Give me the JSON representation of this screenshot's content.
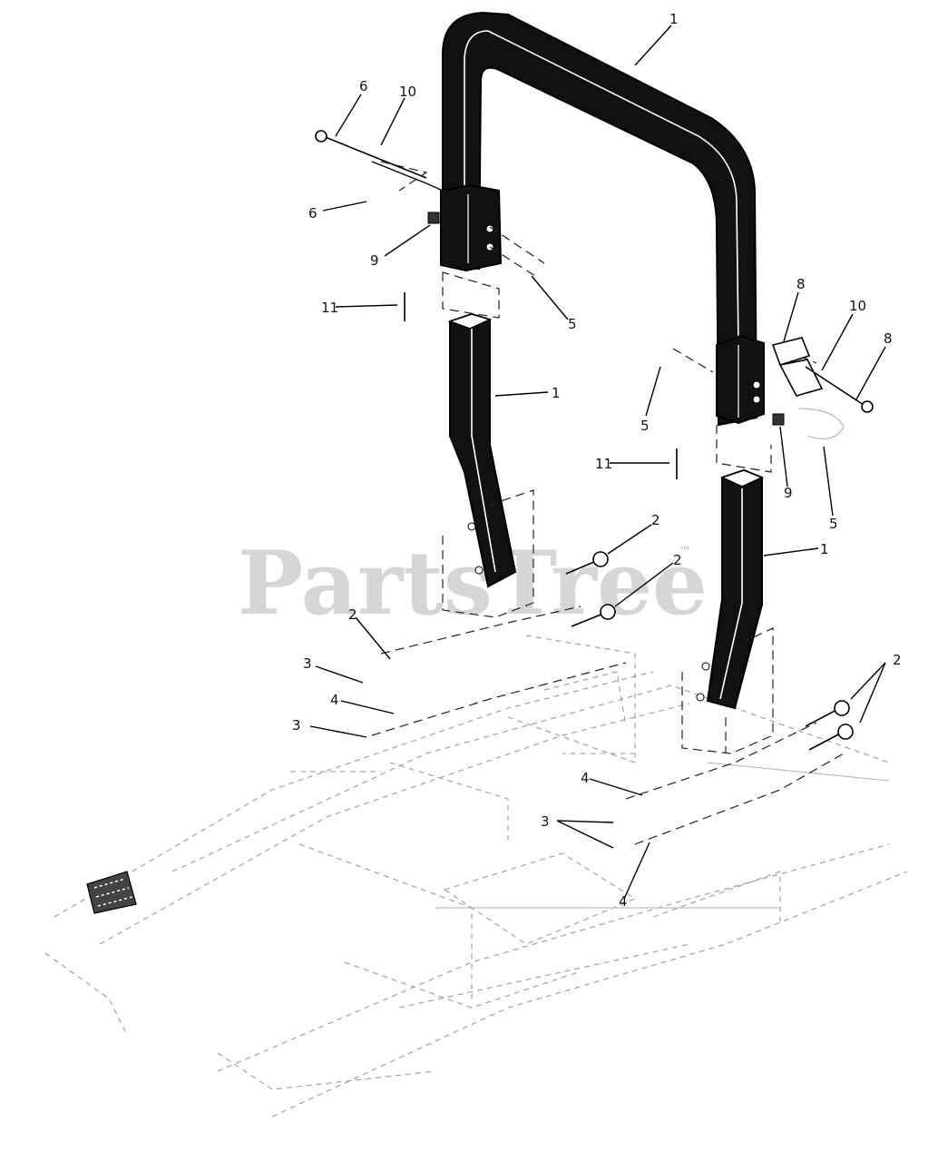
{
  "watermark": {
    "text": "PartsTree",
    "trademark": "™"
  },
  "callouts": [
    {
      "id": "c1-top",
      "label": "1"
    },
    {
      "id": "c6-topleft",
      "label": "6"
    },
    {
      "id": "c10-topleft",
      "label": "10"
    },
    {
      "id": "c6-left",
      "label": "6"
    },
    {
      "id": "c9-left",
      "label": "9"
    },
    {
      "id": "c11-left",
      "label": "11"
    },
    {
      "id": "c5-left",
      "label": "5"
    },
    {
      "id": "c1-leftleg",
      "label": "1"
    },
    {
      "id": "c8-right-a",
      "label": "8"
    },
    {
      "id": "c10-right",
      "label": "10"
    },
    {
      "id": "c8-right-b",
      "label": "8"
    },
    {
      "id": "c5-right-a",
      "label": "5"
    },
    {
      "id": "c11-right",
      "label": "11"
    },
    {
      "id": "c9-right",
      "label": "9"
    },
    {
      "id": "c5-right-b",
      "label": "5"
    },
    {
      "id": "c1-rightleg",
      "label": "1"
    },
    {
      "id": "c2-a",
      "label": "2"
    },
    {
      "id": "c2-b",
      "label": "2"
    },
    {
      "id": "c2-c",
      "label": "2"
    },
    {
      "id": "c3-a",
      "label": "3"
    },
    {
      "id": "c4-a",
      "label": "4"
    },
    {
      "id": "c3-b",
      "label": "3"
    },
    {
      "id": "c2-right",
      "label": "2"
    },
    {
      "id": "c4-b",
      "label": "4"
    },
    {
      "id": "c3-c",
      "label": "3"
    },
    {
      "id": "c4-c",
      "label": "4"
    }
  ]
}
